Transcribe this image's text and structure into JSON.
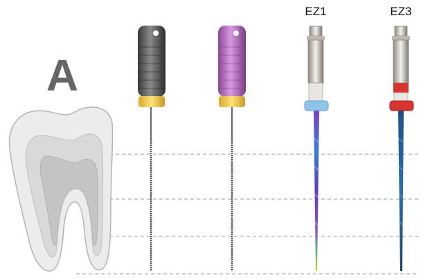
{
  "panel": {
    "letter": "A"
  },
  "files": [
    {
      "label": "",
      "handle_color": "#555555",
      "stopper_color": "#f1c84a",
      "kind": "hand-file"
    },
    {
      "label": "",
      "handle_color": "#b068bd",
      "stopper_color": "#f1c84a",
      "kind": "hand-file"
    },
    {
      "label": "EZ1",
      "handle_color": "#c9c4bf",
      "ring_color": "#8ec4ea",
      "kind": "rotary-file"
    },
    {
      "label": "EZ3",
      "handle_color": "#c9c4bf",
      "ring_color": "#d6342c",
      "kind": "rotary-file"
    }
  ],
  "colors": {
    "letter": "#666666",
    "guide_line": "#999999",
    "tooth_outline": "#b3b3b3",
    "tooth_fill": "#e9e9e9"
  }
}
